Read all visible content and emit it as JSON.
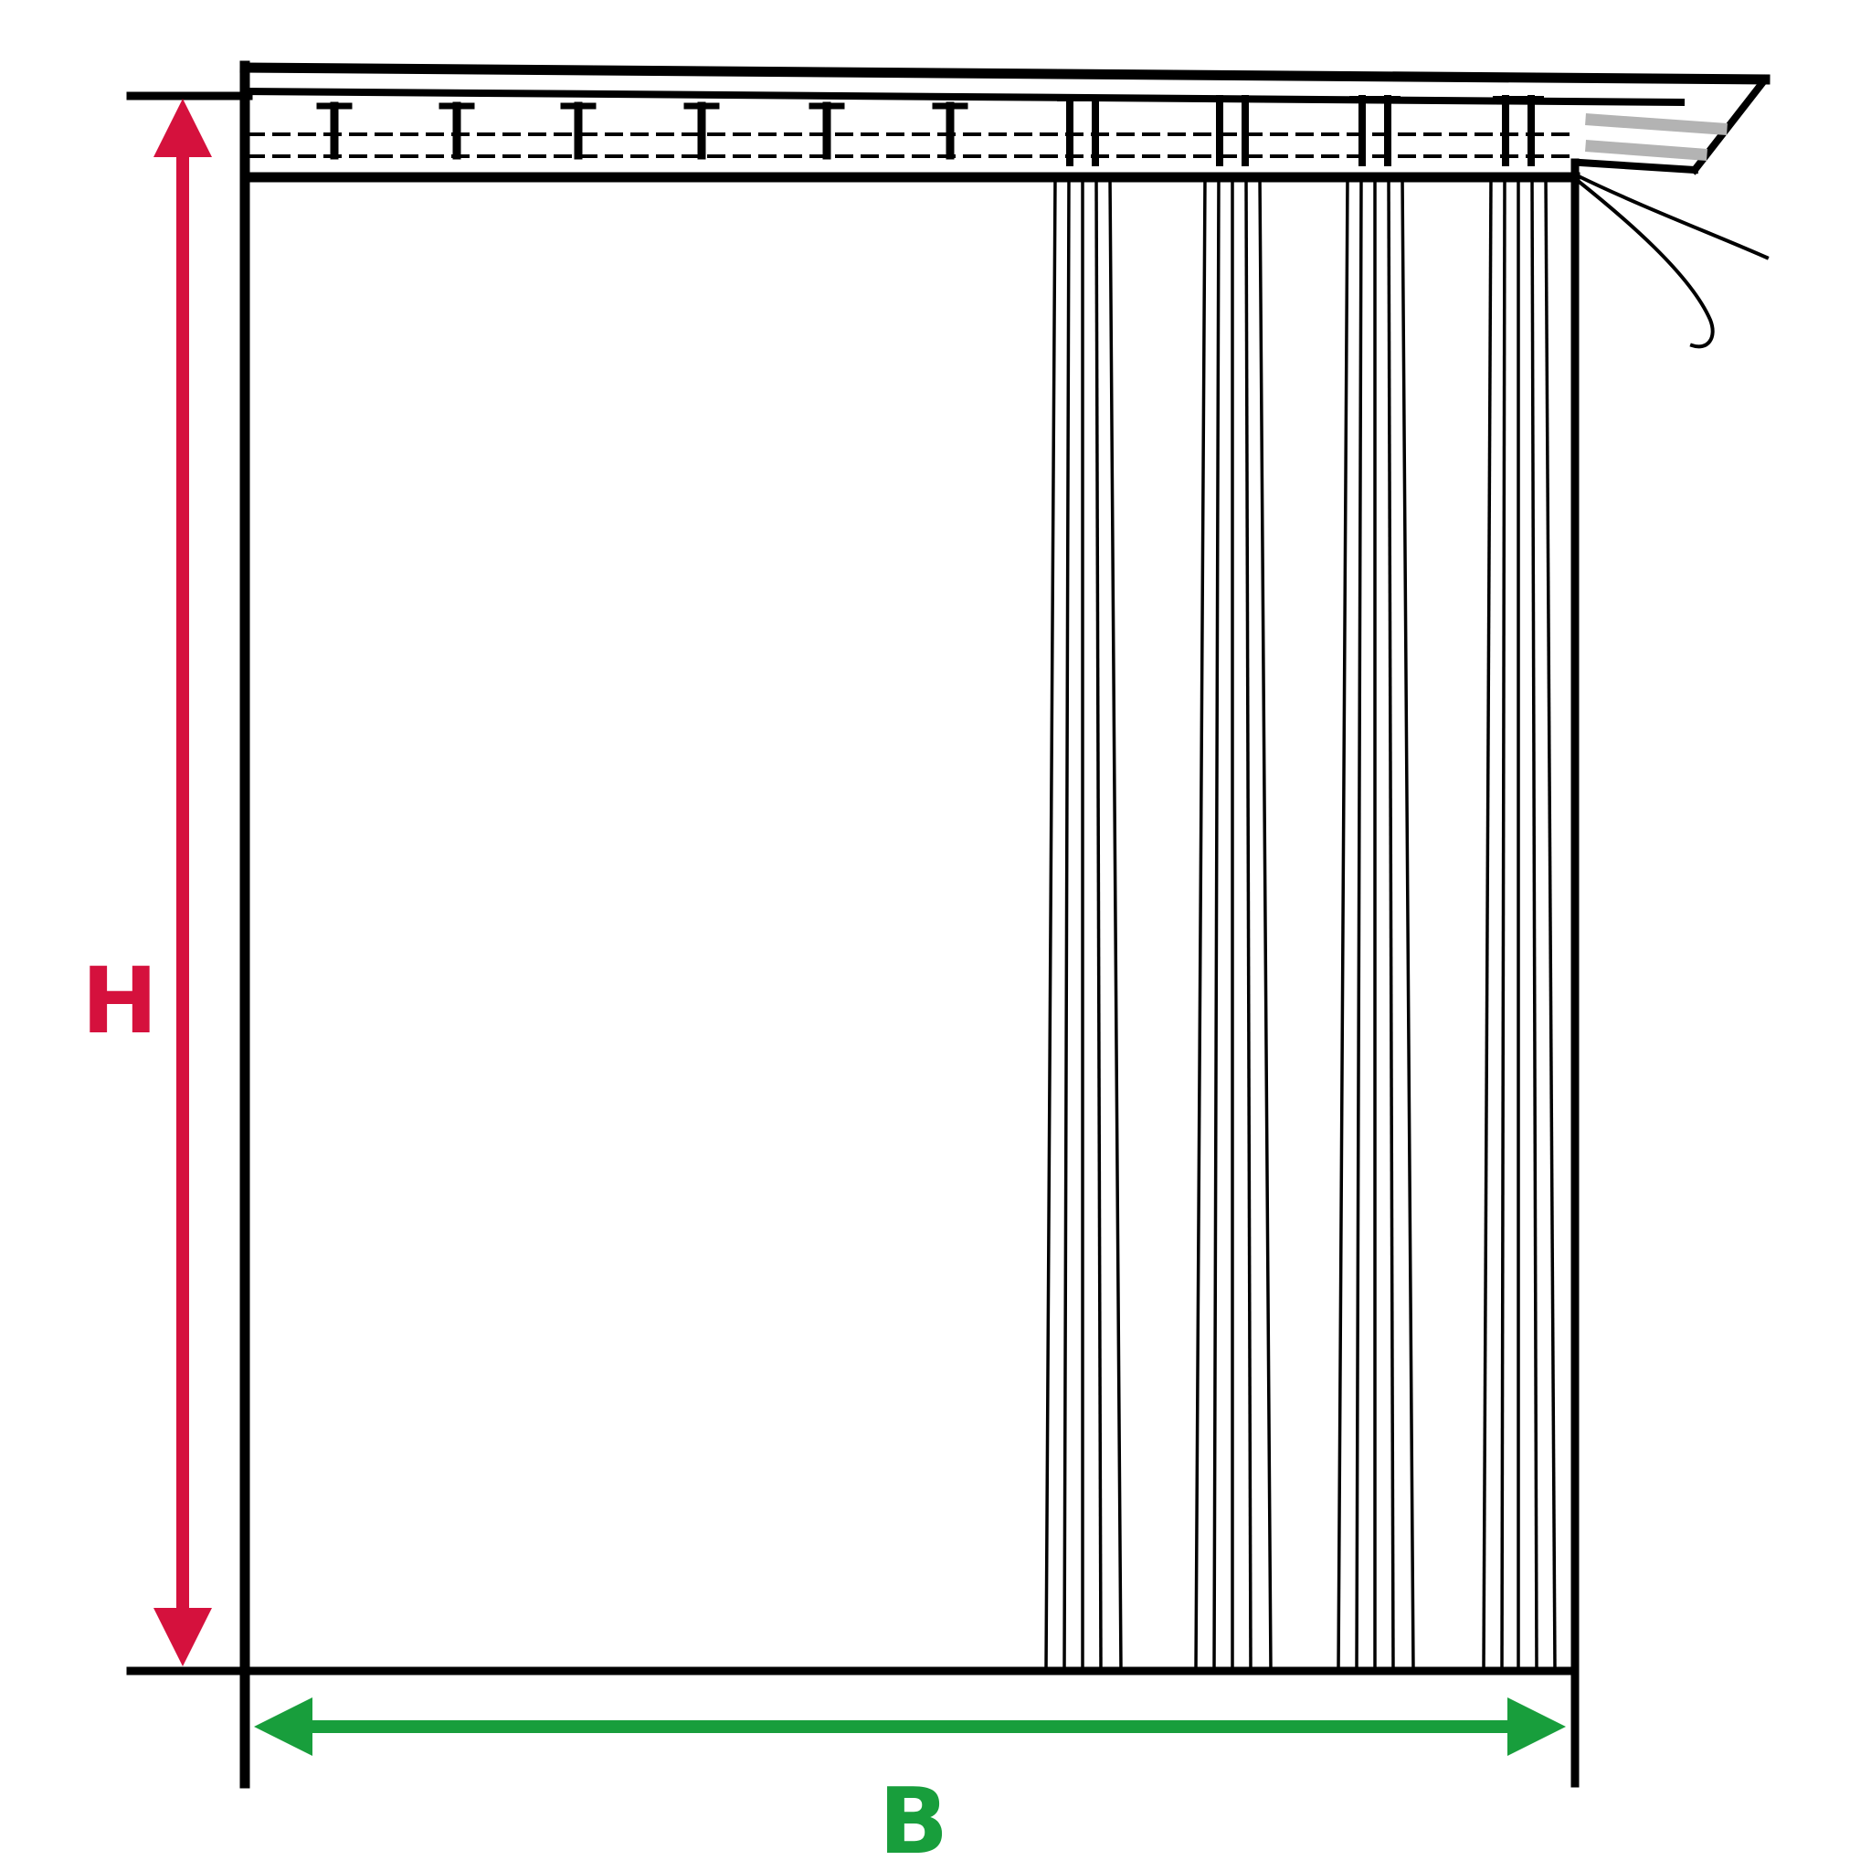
{
  "diagram": {
    "title": "curtain-measurement-diagram",
    "labels": {
      "height": "H",
      "width": "B"
    },
    "colors": {
      "outline": "#000000",
      "height_accent": "#d5113d",
      "width_accent": "#189e3c",
      "rail_gray": "#b3b3b3",
      "background": "#ffffff"
    }
  }
}
